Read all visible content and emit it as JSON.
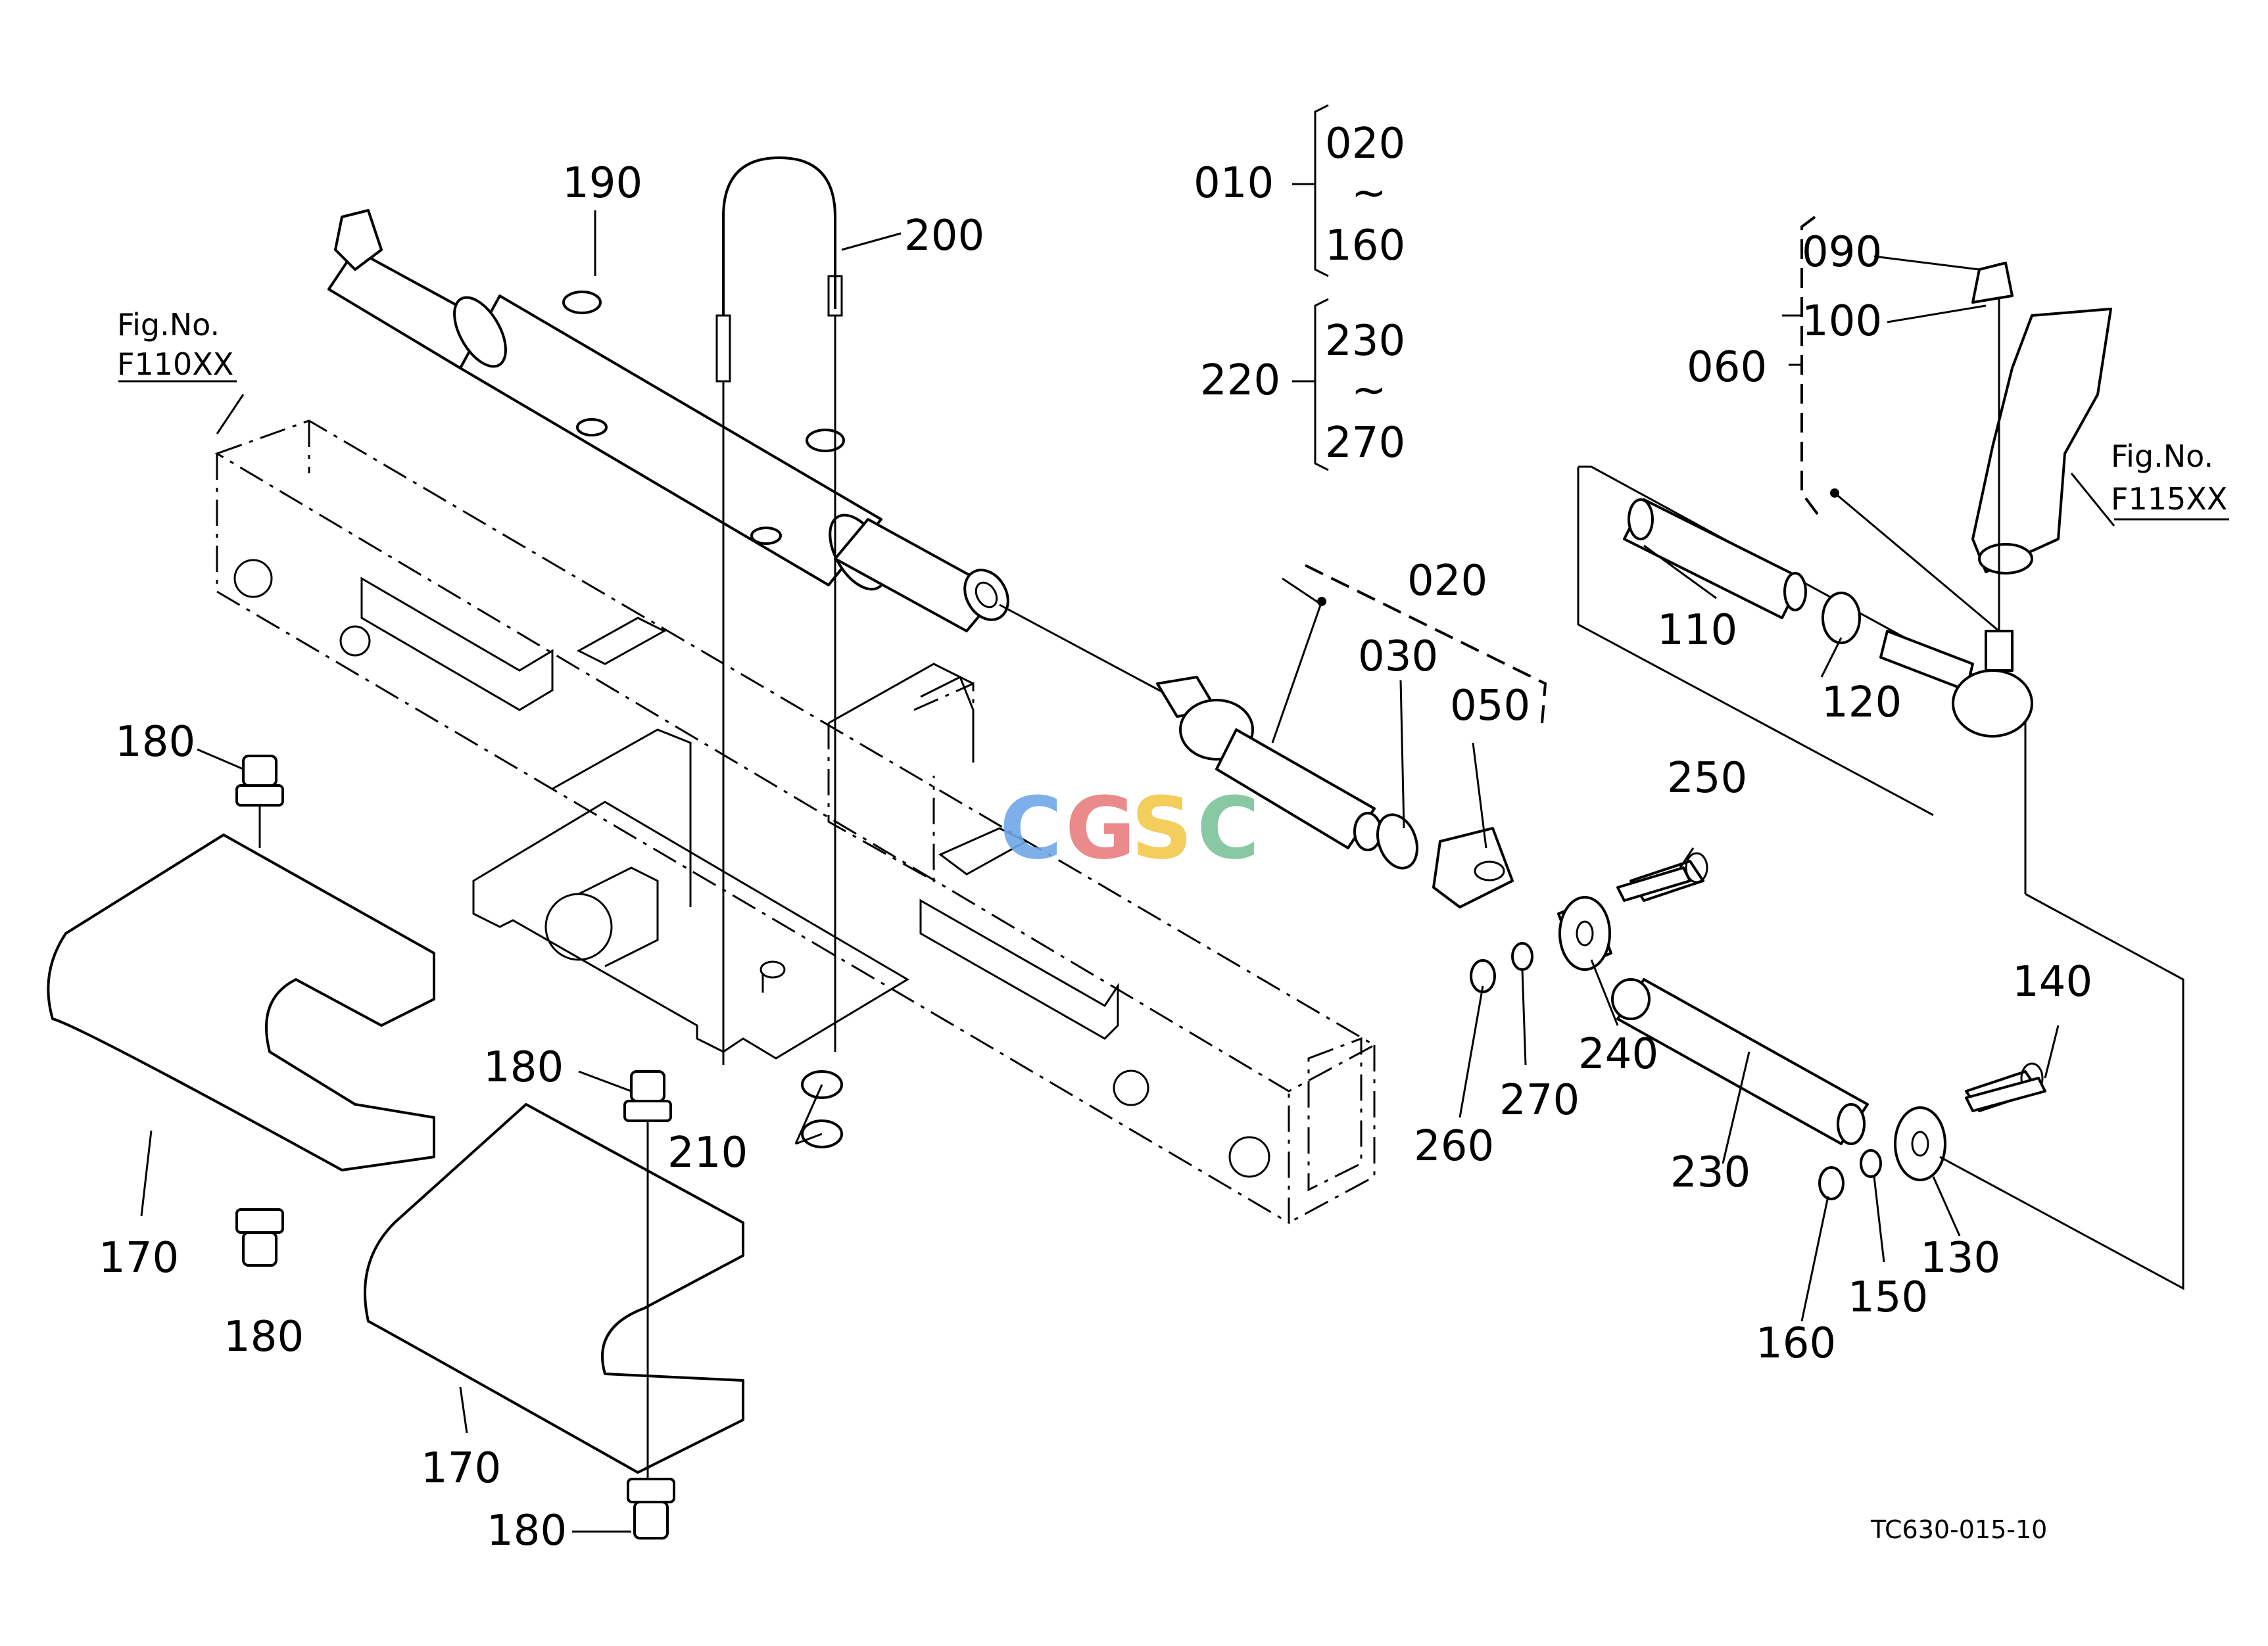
{
  "figure_refs": [
    {
      "line1": "Fig.No.",
      "line2": "F110XX"
    },
    {
      "line1": "Fig.No.",
      "line2": "F115XX"
    }
  ],
  "groups": [
    {
      "parent": "010",
      "from": "020",
      "tilde": "~",
      "to": "160"
    },
    {
      "parent": "220",
      "from": "230",
      "tilde": "~",
      "to": "270"
    }
  ],
  "callouts": {
    "p190": "190",
    "p200": "200",
    "p020": "020",
    "p030": "030",
    "p050": "050",
    "p090": "090",
    "p100": "100",
    "p060": "060",
    "p110": "110",
    "p120": "120",
    "p180a": "180",
    "p180b": "180",
    "p180c": "180",
    "p180d": "180",
    "p170a": "170",
    "p170b": "170",
    "p210": "210",
    "p250": "250",
    "p240": "240",
    "p260": "260",
    "p270": "270",
    "p230": "230",
    "p140": "140",
    "p130": "130",
    "p150": "150",
    "p160": "160"
  },
  "watermark": {
    "letters": [
      "C",
      "G",
      "S",
      "C"
    ],
    "colors": [
      "#6fa8e8",
      "#e87e7e",
      "#f2c94c",
      "#7cc49a"
    ]
  },
  "drawing_code": "TC630-015-10"
}
